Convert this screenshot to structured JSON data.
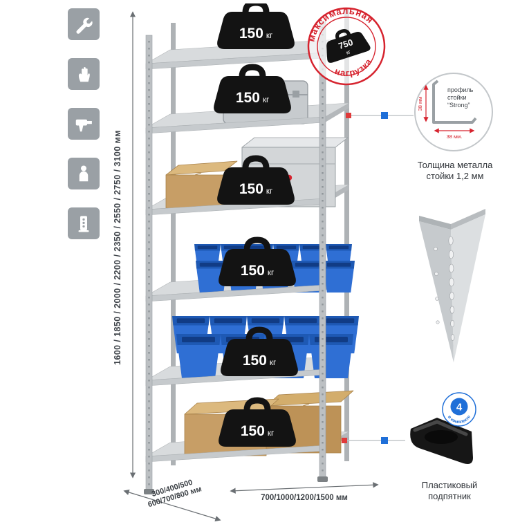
{
  "icons": [
    {
      "name": "wrench"
    },
    {
      "name": "gloves"
    },
    {
      "name": "drill"
    },
    {
      "name": "person"
    },
    {
      "name": "rack-post"
    }
  ],
  "dimensions": {
    "height": "1600 / 1850 / 2000 / 2200 / 2350 / 2550 / 2750 / 3100 мм",
    "depth_line1": "300/400/500",
    "depth_line2": "600/700/800 мм",
    "width": "700/1000/1200/1500 мм"
  },
  "weights": [
    {
      "value": "150",
      "unit": "кг"
    },
    {
      "value": "150",
      "unit": "кг"
    },
    {
      "value": "150",
      "unit": "кг"
    },
    {
      "value": "150",
      "unit": "кг"
    },
    {
      "value": "150",
      "unit": "кг"
    },
    {
      "value": "150",
      "unit": "кг"
    }
  ],
  "stamp": {
    "top": "максимальная",
    "bottom": "нагрузка",
    "value": "750",
    "unit": "кг"
  },
  "profile": {
    "line1": "профиль",
    "line2": "стойки",
    "line3": "“Strong”",
    "dim_vertical": "38 мм",
    "dim_horizontal": "38 мм.",
    "caption1": "Толщина металла",
    "caption2": "стойки 1,2 мм"
  },
  "foot": {
    "badge_value": "4",
    "badge_text": "в комплекте",
    "caption1": "Пластиковый",
    "caption2": "подпятник"
  },
  "colors": {
    "stamp_red": "#d6232e",
    "marker_red": "#e03a3a",
    "marker_blue": "#1f6fd8",
    "bin_blue": "#2f6fd4",
    "metal_grey": "#c6cacd"
  }
}
